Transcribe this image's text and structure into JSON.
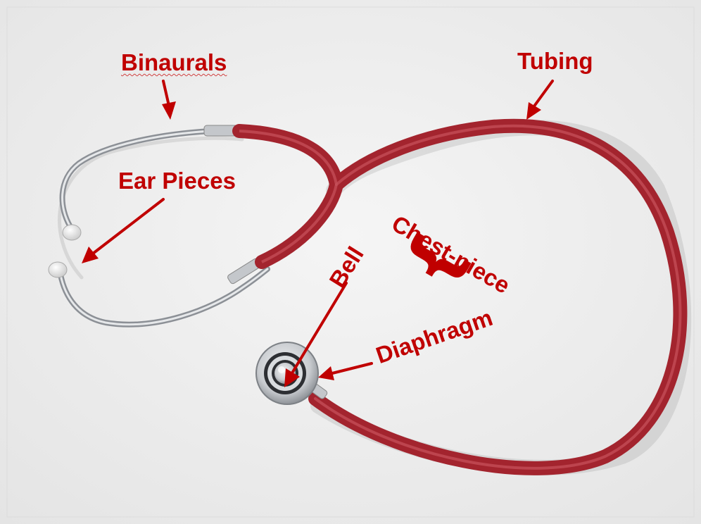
{
  "diagram": {
    "labels": {
      "binaurals": "Binaurals",
      "tubing": "Tubing",
      "ear_pieces": "Ear Pieces",
      "chest_piece": "Chest-piece",
      "bell": "Bell",
      "diaphragm": "Diaphragm"
    },
    "colors": {
      "annotation": "#c00000",
      "tubing": "#a3242e",
      "metal": "#c9ccd0",
      "background": "#f1f1f1"
    }
  }
}
